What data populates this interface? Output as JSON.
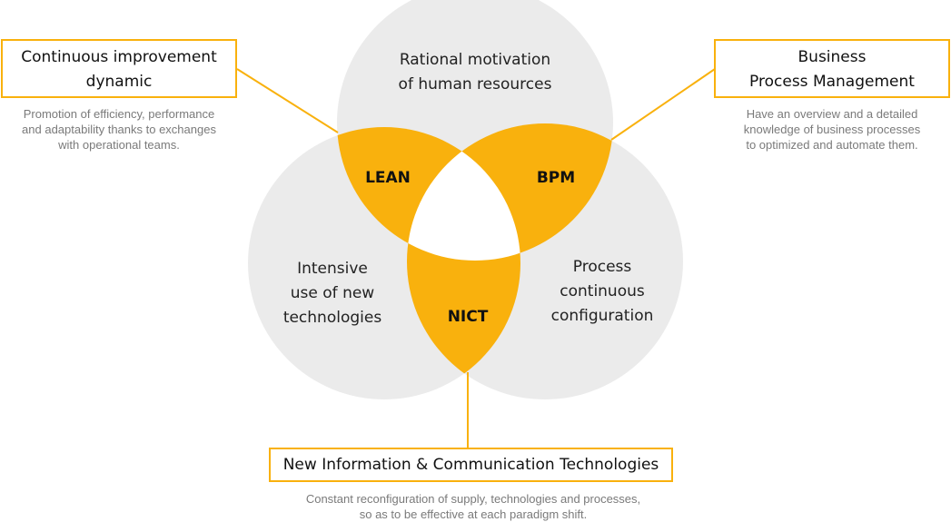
{
  "colors": {
    "circle": "#EBEBEB",
    "accent": "#F9B10D",
    "box_border": "#F9B10D"
  },
  "circles": {
    "top": "Rational motivation\nof human resources",
    "left": "Intensive\nuse of new\ntechnologies",
    "right": "Process\ncontinuous\nconfiguration"
  },
  "intersections": {
    "lean": "LEAN",
    "bpm": "BPM",
    "nict": "NICT"
  },
  "callouts": {
    "left": {
      "title": "Continuous improvement\ndynamic",
      "description": "Promotion of efficiency, performance\nand adaptability thanks to exchanges\nwith operational teams."
    },
    "right": {
      "title": "Business\nProcess Management",
      "description": "Have an overview and a detailed\nknowledge of business processes\nto optimized and automate them."
    },
    "bottom": {
      "title": "New Information & Communication Technologies",
      "description": "Constant reconfiguration of supply, technologies and processes,\nso as to be effective at each paradigm shift."
    }
  }
}
